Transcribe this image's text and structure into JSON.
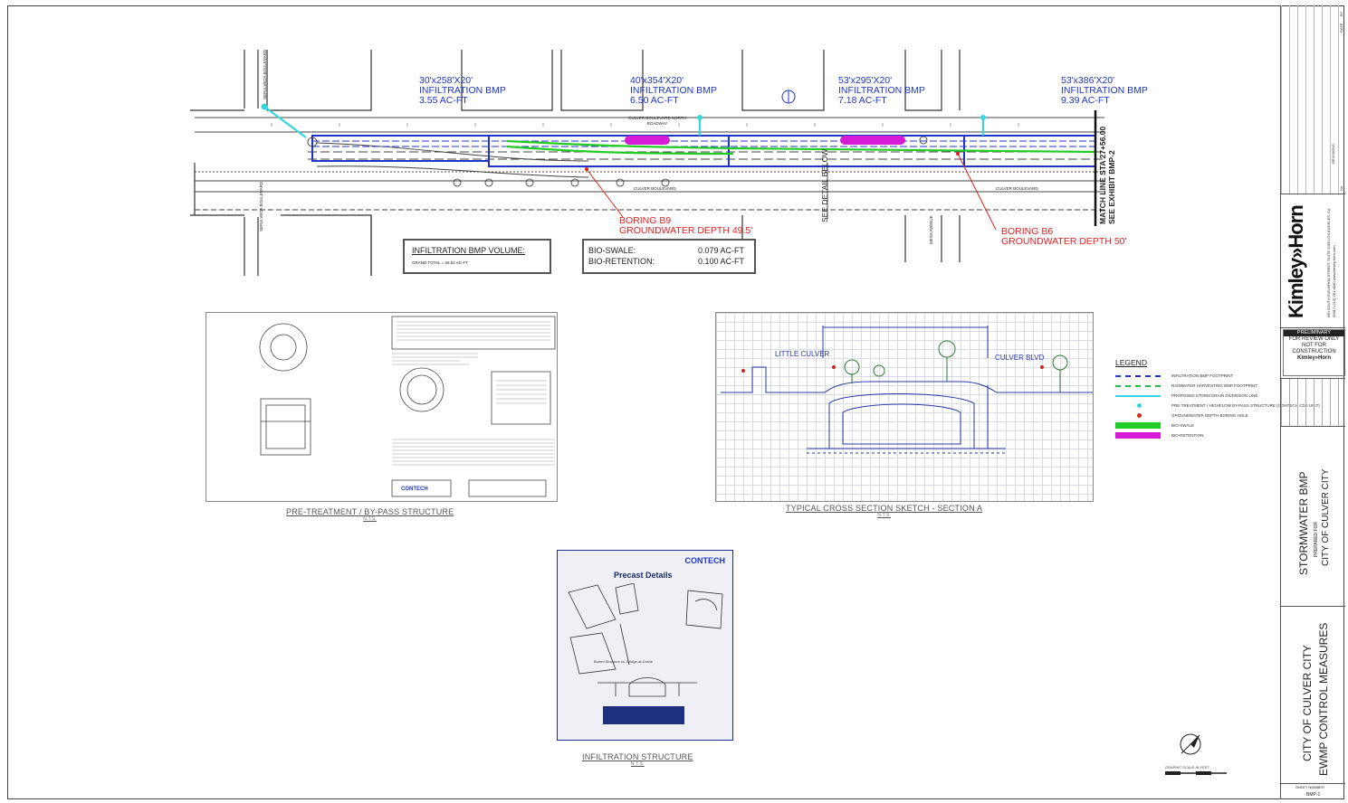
{
  "bmps": [
    {
      "dims": "30'x258'X20'",
      "type": "INFILTRATION BMP",
      "volume": "3.55 AC-FT"
    },
    {
      "dims": "40'x354'X20'",
      "type": "INFILTRATION BMP",
      "volume": "6.50 AC-FT"
    },
    {
      "dims": "53'x295'X20'",
      "type": "INFILTRATION BMP",
      "volume": "7.18 AC-FT"
    },
    {
      "dims": "53'x386'X20'",
      "type": "INFILTRATION BMP",
      "volume": "9.39 AC-FT"
    }
  ],
  "borings": [
    {
      "name": "BORING B9",
      "depth": "GROUNDWATER DEPTH 49.5'"
    },
    {
      "name": "BORING B6",
      "depth": "GROUNDWATER DEPTH 50'"
    }
  ],
  "match_line": "MATCH LINE STA 27+56.00",
  "match_line_sub": "SEE EXHIBIT BMP-2",
  "see_detail": "SEE DETAIL BELOW",
  "volume_box": {
    "title": "INFILTRATION BMP VOLUME:",
    "total": "GRAND TOTAL = 26.62 AC-FT"
  },
  "bio_box": {
    "rows": [
      {
        "label": "BIO-SWALE:",
        "value": "0.079 AC-FT"
      },
      {
        "label": "BIO-RETENTION:",
        "value": "0.100 AC-FT"
      }
    ]
  },
  "streets": {
    "sepulveda": "SEPULVEDA BOULEVARD",
    "culver": "CULVER BOULEVARD",
    "culver_north": "CULVER BOULEVARD NORTH ROADWAY",
    "mesa": "MESA AVENUE"
  },
  "captions": {
    "pretreatment": "PRE-TREATMENT / BY-PASS STRUCTURE",
    "cross_section": "TYPICAL CROSS SECTION SKETCH - SECTION A",
    "infiltration": "INFILTRATION STRUCTURE",
    "nts": "N.T.S."
  },
  "contech": {
    "brand": "CONTECH",
    "precast_title": "Precast Details",
    "buried_caption": "Buried Structure vs. Bridge-at-Grade"
  },
  "sketch": {
    "little": "LITTLE CULVER",
    "culver_blvd": "CULVER BLVD"
  },
  "legend": {
    "title": "LEGEND",
    "items": [
      {
        "label": "INFILTRATION BMP FOOTPRINT",
        "color": "#1f35c8",
        "kind": "dash"
      },
      {
        "label": "RAINWATER HARVESTING BMP FOOTPRINT",
        "color": "#2db84a",
        "kind": "dash"
      },
      {
        "label": "PROPOSED STORM DRAIN DIVERSION LINE",
        "color": "#36d6e0",
        "kind": "line"
      },
      {
        "label": "PRE-TREATMENT / HIGHFLOW BY-PASS STRUCTURE (CONTECH CDS UNIT)",
        "color": "#36d6e0",
        "kind": "dot"
      },
      {
        "label": "GROUNDWATER DEPTH BORING HOLE",
        "color": "#e02020",
        "kind": "dot"
      },
      {
        "label": "BIO-SWALE",
        "color": "#22cc22",
        "kind": "bar"
      },
      {
        "label": "BIO-RETENTION",
        "color": "#d61bd6",
        "kind": "bar"
      }
    ]
  },
  "title_block": {
    "firm": "Kimley»Horn",
    "address": "660 SOUTH FIGUEROA STREET, SUITE 2050 LOS ANGELES, CA 90017 (213) 261-4040 www.kimley-horn.com",
    "preliminary": "PRELIMINARY",
    "review": "FOR REVIEW ONLY NOT FOR CONSTRUCTION",
    "project": "STORMWATER BMP",
    "prepared": "PREPARED FOR",
    "prepared_for": "CITY OF CULVER CITY",
    "client": "CITY OF CULVER CITY",
    "program": "EWMP CONTROL MEASURES",
    "sheet_label": "SHEET NUMBER",
    "sheet_number": "BMP-1",
    "revisions": "REVISIONS",
    "date": "DATE",
    "no": "No.",
    "by": "BY"
  },
  "scale_label": "GRAPHIC SCALE IN FEET"
}
